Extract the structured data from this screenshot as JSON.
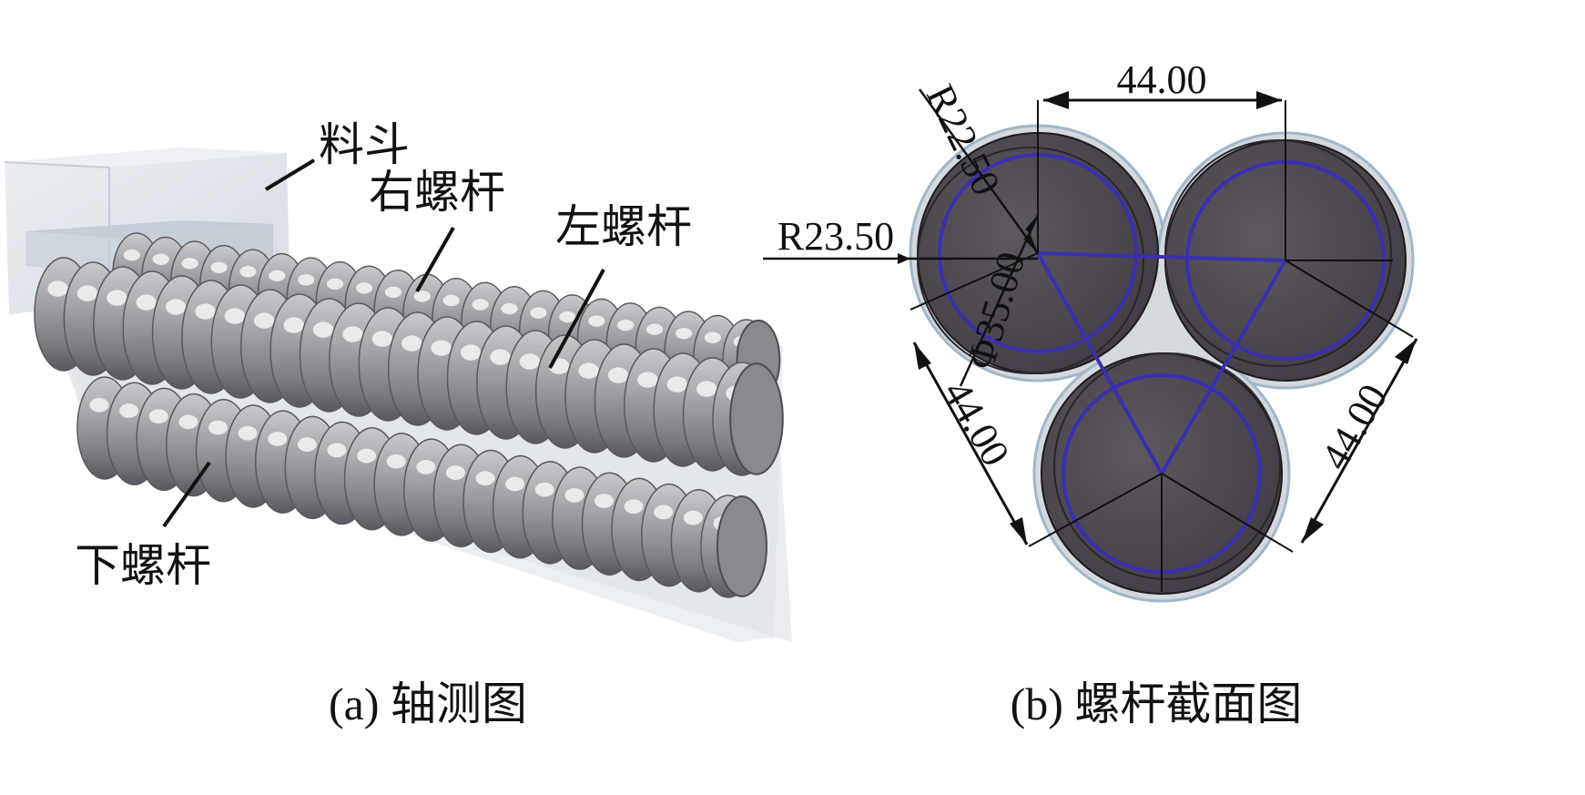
{
  "panel_a": {
    "labels": {
      "hopper": "料斗",
      "right_screw": "右螺杆",
      "left_screw": "左螺杆",
      "lower_screw": "下螺杆"
    },
    "caption": "(a) 轴测图"
  },
  "panel_b": {
    "dimensions": {
      "r_outer": "R22.50",
      "r_inner": "R23.50",
      "diameter": "Φ35.00",
      "spacing_top": "44.00",
      "spacing_left": "44.00",
      "spacing_right": "44.00"
    },
    "caption": "(b) 螺杆截面图"
  },
  "colors": {
    "screw_body": "#8e8e92",
    "screw_shadow": "#55525a",
    "cross_section": "#4a454e",
    "pitch_circle": "#3a2fb0",
    "barrel": "#d8dde2"
  }
}
